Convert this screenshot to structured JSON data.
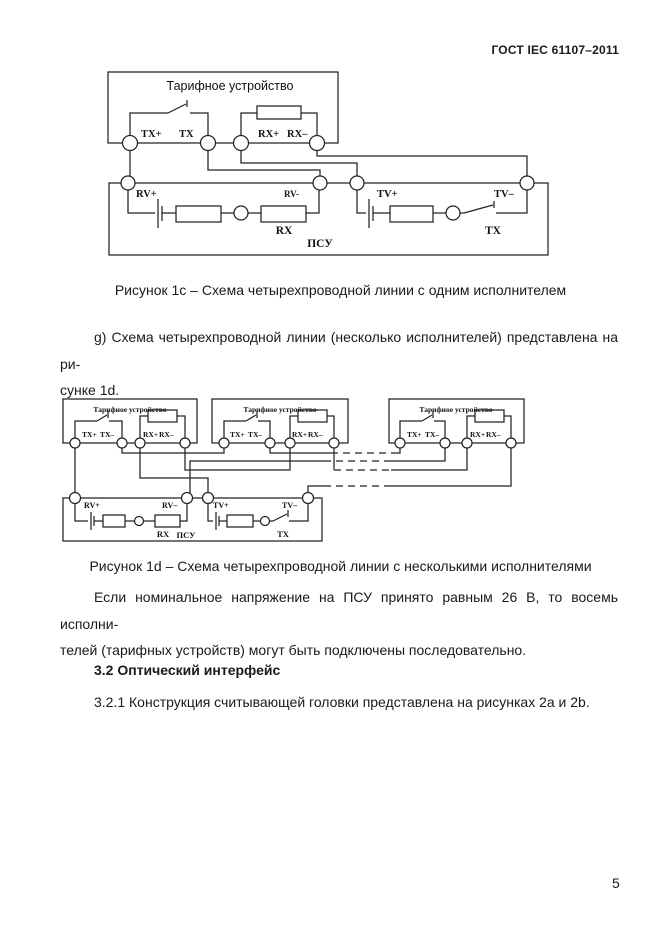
{
  "page": {
    "header": "ГОСТ IEC 61107–2011",
    "number": "5"
  },
  "figure_1c": {
    "caption": "Рисунок 1c – Схема четырехпроводной линии с одним исполнителем",
    "device_title": "Тарифное устройство",
    "terminals": {
      "tx_plus": "TX+",
      "tx": "TX",
      "rx_plus": "RX+",
      "rx_minus": "RX–"
    },
    "psu": {
      "rv_plus": "RV+",
      "rv_minus": "RV-",
      "tv_plus": "TV+",
      "tv_minus": "TV–",
      "rx": "RX",
      "tx": "TX",
      "label": "ПСУ"
    }
  },
  "figure_1d": {
    "caption": "Рисунок 1d – Схема четырехпроводной линии с несколькими исполнителями",
    "device_title": "Тарифное устройство",
    "terminals": {
      "tx_plus": "TX+",
      "tx_minus": "TX–",
      "rx_plus": "RX+",
      "rx_minus": "RX–"
    },
    "psu": {
      "rv_plus": "RV+",
      "rv_minus": "RV–",
      "tv_plus": "TV+",
      "tv_minus": "TV–",
      "rx": "RX",
      "tx": "TX",
      "label": "ПСУ"
    }
  },
  "paragraphs": {
    "g_line1": "g) Схема четырехпроводной линии (несколько исполнителей) представлена на ри-",
    "g_line2": "сунке 1d.",
    "psu_line1": "Если номинальное напряжение на ПСУ принято равным 26 В, то восемь исполни-",
    "psu_line2": "телей (тарифных устройств) могут быть подключены последовательно.",
    "s32_heading": "3.2 Оптический интерфейс",
    "s321": "3.2.1 Конструкция считывающей головки представлена на рисунках 2a и 2b."
  }
}
